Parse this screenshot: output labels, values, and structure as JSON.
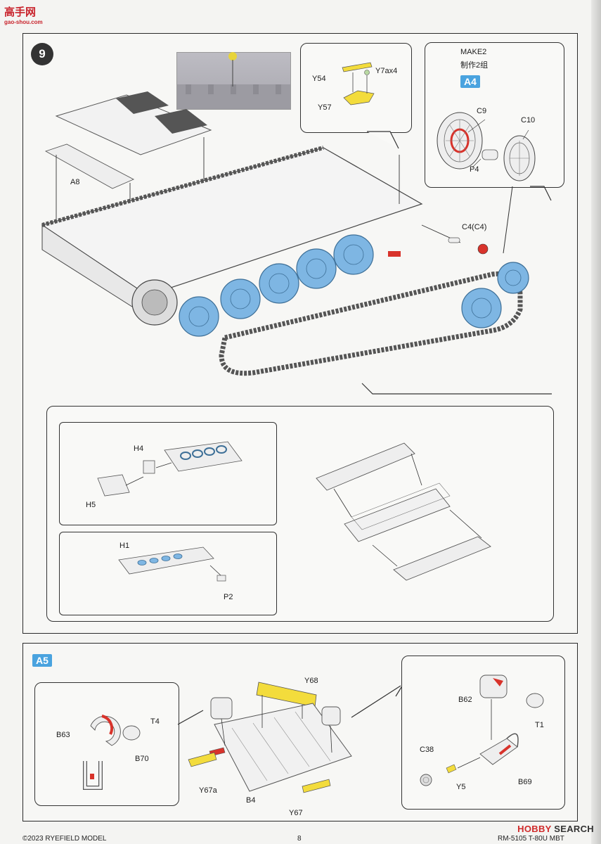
{
  "watermark": {
    "site_cn": "高手网",
    "site_url": "gao-shou.com"
  },
  "step": {
    "number": "9",
    "make_label": "MAKE2",
    "make_label_cn": "制作2组",
    "subassembly_badge": "A4",
    "parts": {
      "a8": "A8",
      "y54": "Y54",
      "y7a": "Y7ax4",
      "y57": "Y57",
      "c9": "C9",
      "c10": "C10",
      "p4": "P4",
      "c4": "C4(C4)",
      "h4": "H4",
      "h5": "H5",
      "h1": "H1",
      "p2": "P2"
    }
  },
  "a5": {
    "badge": "A5",
    "parts": {
      "y68": "Y68",
      "b63": "B63",
      "t4": "T4",
      "b70": "B70",
      "y67a": "Y67a",
      "b4": "B4",
      "y67": "Y67",
      "b62": "B62",
      "t1": "T1",
      "c38": "C38",
      "y5": "Y5",
      "b69": "B69"
    }
  },
  "footer": {
    "copyright": "©2023 RYEFIELD MODEL",
    "page": "8",
    "product": "RM-5105 T-80U MBT"
  },
  "hobbysearch": {
    "brand_a": "HOBBY",
    "brand_b": "SEARCH"
  },
  "colors": {
    "wheel_blue": "#7eb6e3",
    "highlight_yellow": "#f3dc3c",
    "highlight_red": "#d8332b",
    "badge_blue": "#4aa3df"
  }
}
